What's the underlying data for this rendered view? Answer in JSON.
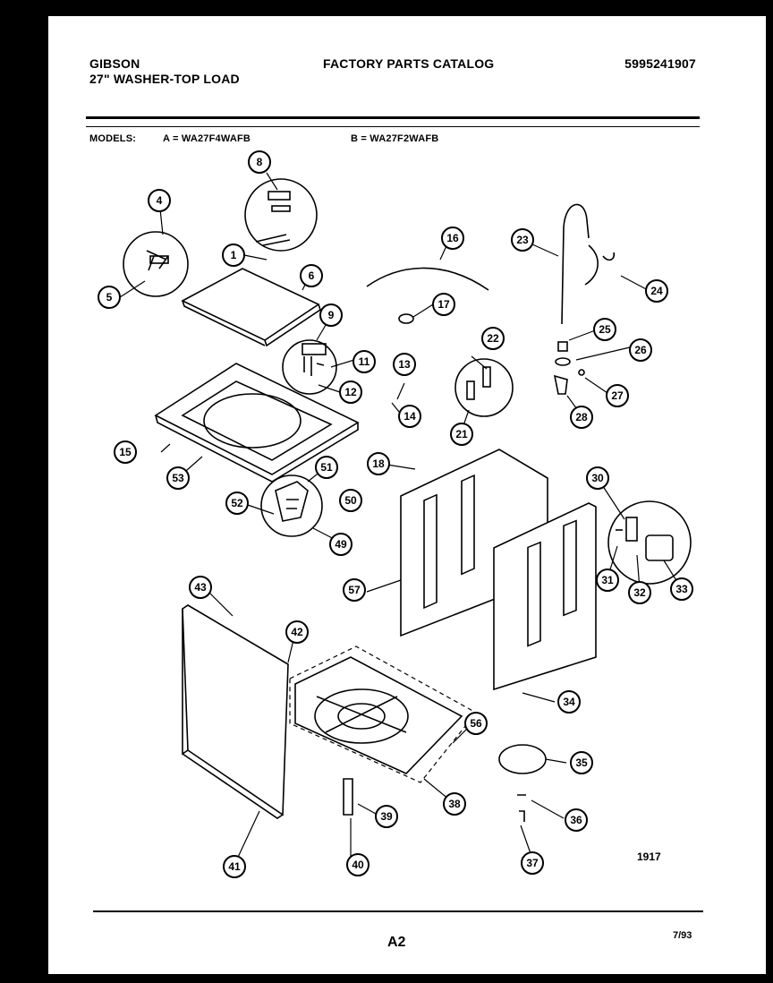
{
  "header": {
    "brand": "GIBSON",
    "subtitle": "27\" WASHER-TOP LOAD",
    "catalog_title": "FACTORY PARTS CATALOG",
    "part_number": "5995241907"
  },
  "models": {
    "label": "MODELS:",
    "model_a": "A = WA27F4WAFB",
    "model_b": "B = WA27F2WAFB"
  },
  "callouts": [
    {
      "id": "c1",
      "label": "1"
    },
    {
      "id": "c4",
      "label": "4"
    },
    {
      "id": "c5",
      "label": "5"
    },
    {
      "id": "c6",
      "label": "6"
    },
    {
      "id": "c8",
      "label": "8"
    },
    {
      "id": "c9",
      "label": "9"
    },
    {
      "id": "c11",
      "label": "11"
    },
    {
      "id": "c12",
      "label": "12"
    },
    {
      "id": "c13",
      "label": "13"
    },
    {
      "id": "c14",
      "label": "14"
    },
    {
      "id": "c15",
      "label": "15"
    },
    {
      "id": "c16",
      "label": "16"
    },
    {
      "id": "c17",
      "label": "17"
    },
    {
      "id": "c18",
      "label": "18"
    },
    {
      "id": "c21",
      "label": "21"
    },
    {
      "id": "c22",
      "label": "22"
    },
    {
      "id": "c23",
      "label": "23"
    },
    {
      "id": "c24",
      "label": "24"
    },
    {
      "id": "c25",
      "label": "25"
    },
    {
      "id": "c26",
      "label": "26"
    },
    {
      "id": "c27",
      "label": "27"
    },
    {
      "id": "c28",
      "label": "28"
    },
    {
      "id": "c30",
      "label": "30"
    },
    {
      "id": "c31",
      "label": "31"
    },
    {
      "id": "c32",
      "label": "32"
    },
    {
      "id": "c33",
      "label": "33"
    },
    {
      "id": "c34",
      "label": "34"
    },
    {
      "id": "c35",
      "label": "35"
    },
    {
      "id": "c36",
      "label": "36"
    },
    {
      "id": "c37",
      "label": "37"
    },
    {
      "id": "c38",
      "label": "38"
    },
    {
      "id": "c39",
      "label": "39"
    },
    {
      "id": "c40",
      "label": "40"
    },
    {
      "id": "c41",
      "label": "41"
    },
    {
      "id": "c42",
      "label": "42"
    },
    {
      "id": "c43",
      "label": "43"
    },
    {
      "id": "c49",
      "label": "49"
    },
    {
      "id": "c50",
      "label": "50"
    },
    {
      "id": "c51",
      "label": "51"
    },
    {
      "id": "c52",
      "label": "52"
    },
    {
      "id": "c53",
      "label": "53"
    },
    {
      "id": "c56",
      "label": "56"
    },
    {
      "id": "c57",
      "label": "57"
    }
  ],
  "footer": {
    "figure_number": "1917",
    "page": "A2",
    "date": "7/93"
  }
}
